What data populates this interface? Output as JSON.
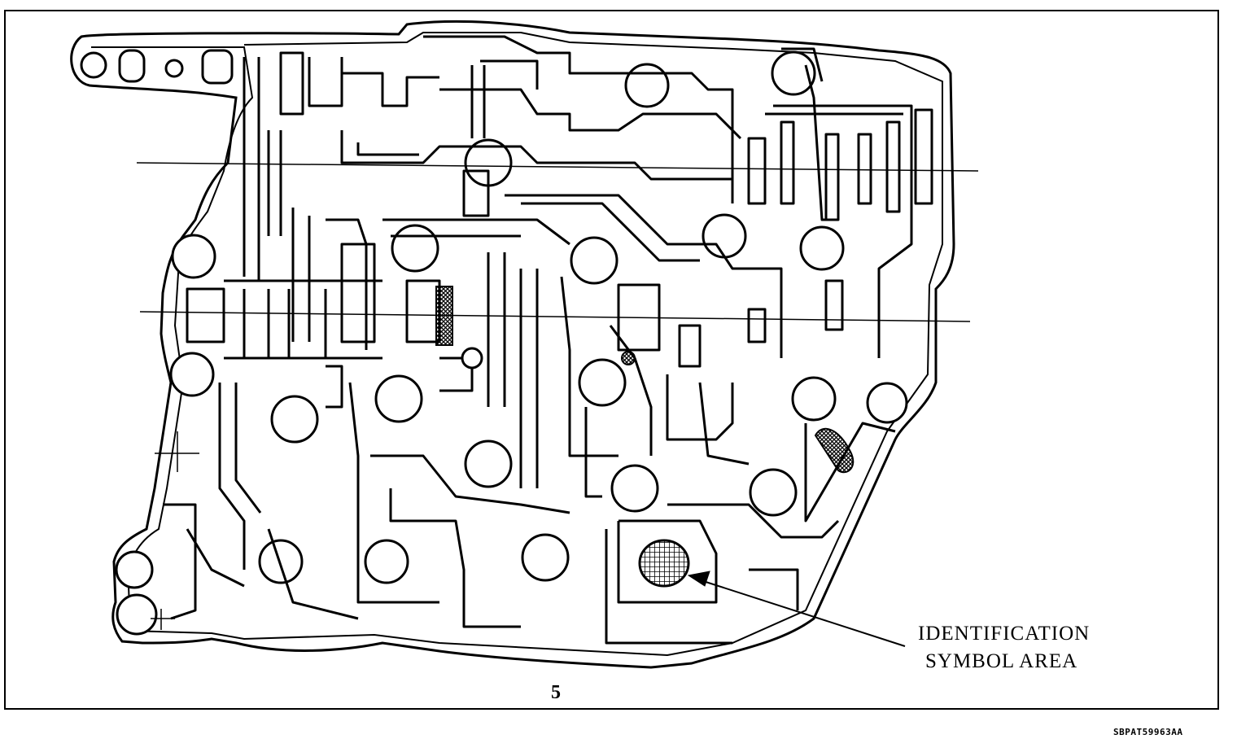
{
  "figure": {
    "callout_line_1": "IDENTIFICATION",
    "callout_line_2": "SYMBOL AREA",
    "figure_number": "5",
    "part_code": "SBPAT59963AA"
  },
  "colors": {
    "ink": "#000000",
    "paper": "#ffffff"
  }
}
